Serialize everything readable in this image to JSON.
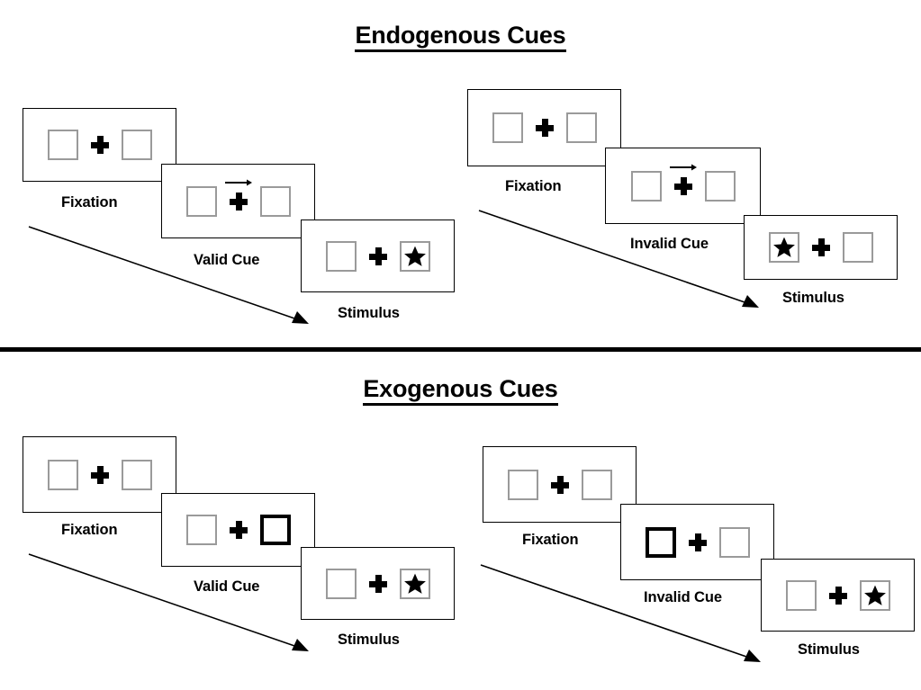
{
  "page": {
    "background": "#ffffff",
    "line_color": "#000000",
    "box_border_color": "#9a9a9a",
    "cue_box_border_color": "#000000"
  },
  "sections": [
    {
      "id": "endogenous",
      "title": "Endogenous Cues",
      "panels": [
        {
          "id": "endogenous-valid",
          "stages": [
            {
              "label": "Fixation",
              "left_box": "empty",
              "right_box": "empty",
              "cue": "none"
            },
            {
              "label": "Valid Cue",
              "left_box": "empty",
              "right_box": "empty",
              "cue": "arrow-right"
            },
            {
              "label": "Stimulus",
              "left_box": "empty",
              "right_box": "star",
              "cue": "none"
            }
          ]
        },
        {
          "id": "endogenous-invalid",
          "stages": [
            {
              "label": "Fixation",
              "left_box": "empty",
              "right_box": "empty",
              "cue": "none"
            },
            {
              "label": "Invalid Cue",
              "left_box": "empty",
              "right_box": "empty",
              "cue": "arrow-right"
            },
            {
              "label": "Stimulus",
              "left_box": "star",
              "right_box": "empty",
              "cue": "none"
            }
          ]
        }
      ]
    },
    {
      "id": "exogenous",
      "title": "Exogenous Cues",
      "panels": [
        {
          "id": "exogenous-valid",
          "stages": [
            {
              "label": "Fixation",
              "left_box": "empty",
              "right_box": "empty",
              "cue": "none"
            },
            {
              "label": "Valid Cue",
              "left_box": "empty",
              "right_box": "cued",
              "cue": "box-flash-right"
            },
            {
              "label": "Stimulus",
              "left_box": "empty",
              "right_box": "star",
              "cue": "none"
            }
          ]
        },
        {
          "id": "exogenous-invalid",
          "stages": [
            {
              "label": "Fixation",
              "left_box": "empty",
              "right_box": "empty",
              "cue": "none"
            },
            {
              "label": "Invalid Cue",
              "left_box": "cued",
              "right_box": "empty",
              "cue": "box-flash-left"
            },
            {
              "label": "Stimulus",
              "left_box": "empty",
              "right_box": "star",
              "cue": "none"
            }
          ]
        }
      ]
    }
  ],
  "icons": {
    "star": "star-icon",
    "plus": "fixation-cross-icon",
    "arrow_cue": "arrow-right-cue-icon",
    "flow_arrow": "time-flow-arrow-icon"
  }
}
